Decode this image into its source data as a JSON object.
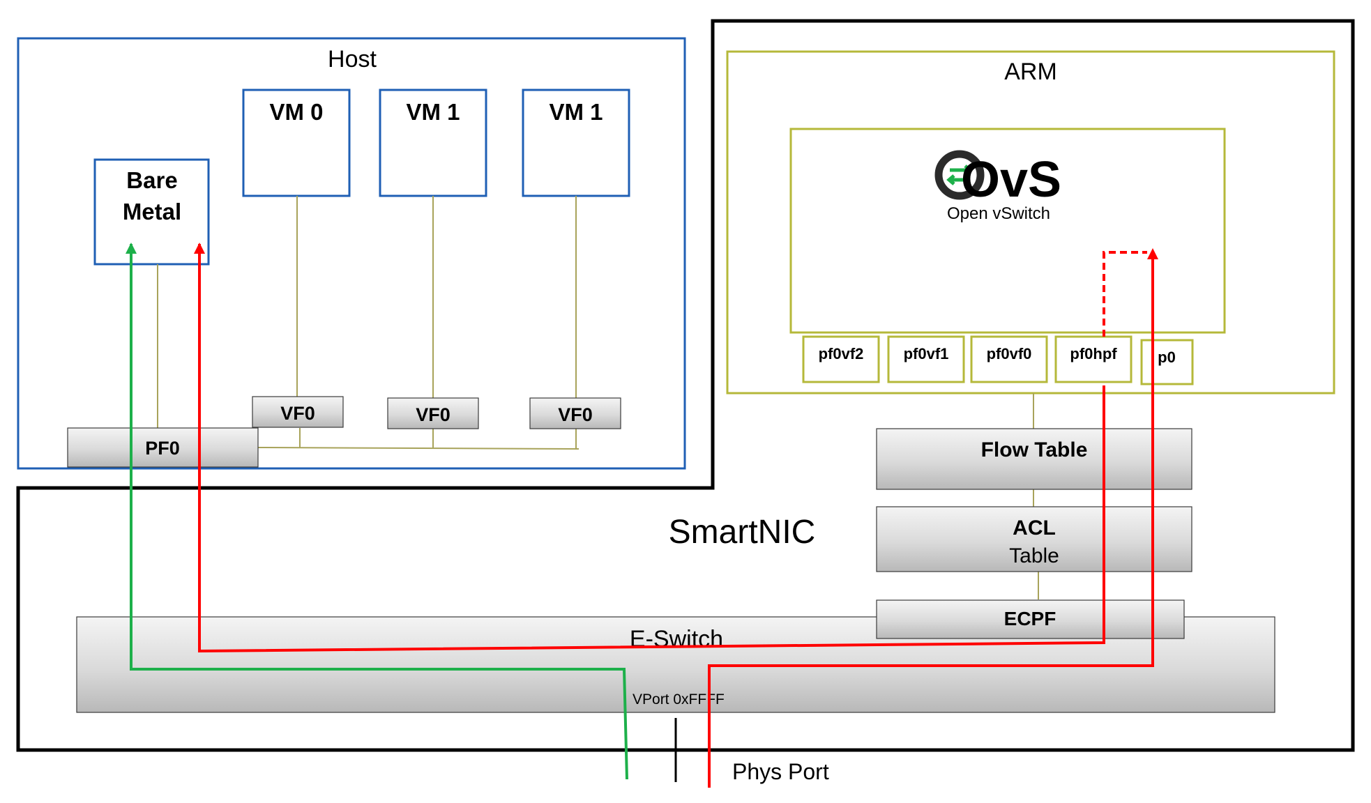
{
  "host": {
    "title": "Host"
  },
  "smartnic": {
    "title": "SmartNIC"
  },
  "arm": {
    "title": "ARM"
  },
  "vms": [
    {
      "label": "VM 0"
    },
    {
      "label": "VM 1"
    },
    {
      "label": "VM 1"
    }
  ],
  "bare_metal": {
    "line1": "Bare",
    "line2": "Metal"
  },
  "pf0": {
    "label": "PF0"
  },
  "vfs": [
    {
      "label": "VF0"
    },
    {
      "label": "VF0"
    },
    {
      "label": "VF0"
    }
  ],
  "ovs": {
    "logo_text": "OvS",
    "subtitle": "Open vSwitch"
  },
  "ports": [
    {
      "label": "pf0vf2"
    },
    {
      "label": "pf0vf1"
    },
    {
      "label": "pf0vf0"
    },
    {
      "label": "pf0hpf"
    },
    {
      "label": "p0"
    }
  ],
  "flow_table": {
    "label": "Flow Table"
  },
  "acl_table": {
    "line1": "ACL",
    "line2": "Table"
  },
  "ecpf": {
    "label": "ECPF"
  },
  "eswitch": {
    "label": "E-Switch",
    "vport": "VPort 0xFFFF"
  },
  "phys_port": {
    "label": "Phys Port"
  },
  "colors": {
    "green_path": "#1db04a",
    "red_path": "#ff0000",
    "host_border": "#1f5fb4",
    "arm_border": "#b5b83a"
  }
}
